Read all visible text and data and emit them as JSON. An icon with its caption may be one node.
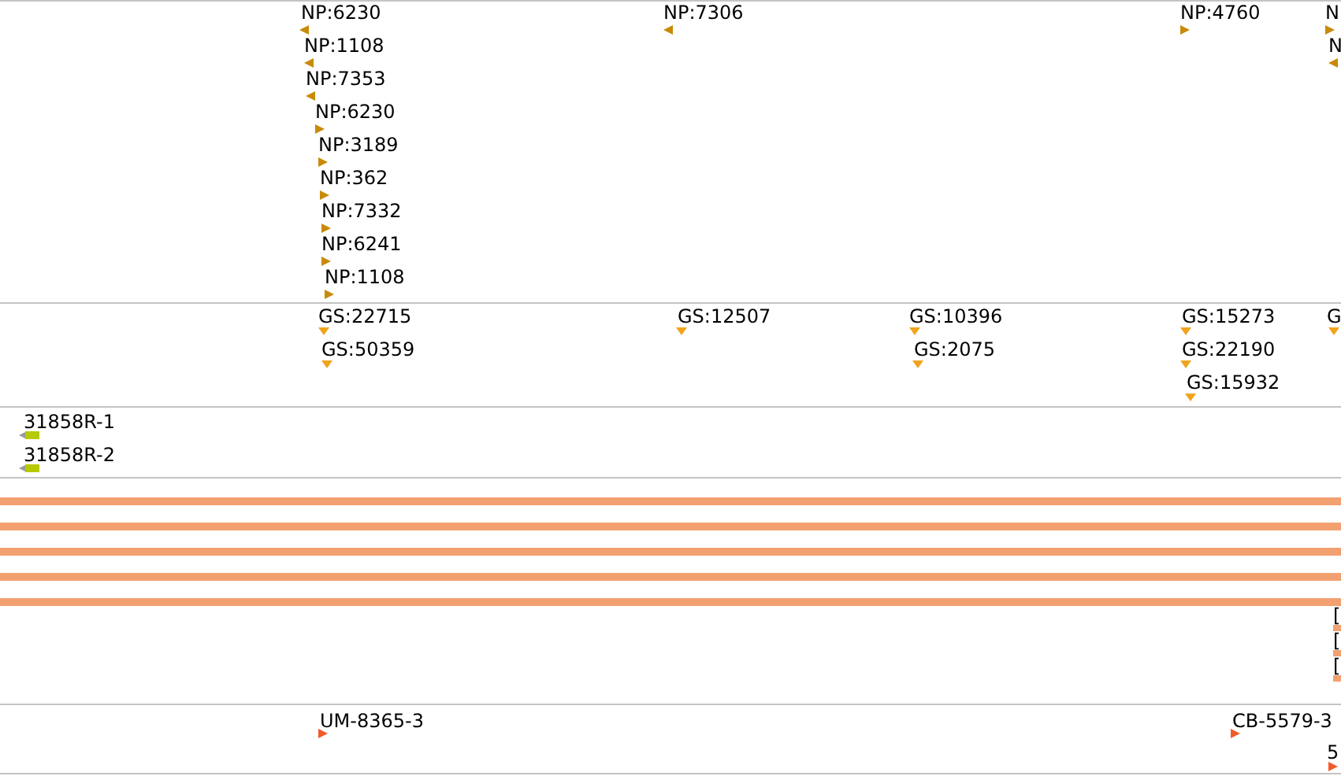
{
  "diagram": {
    "labels": [
      "NP:6230",
      "NP:7306",
      "NP:4760",
      "N",
      "NP:1108",
      "N",
      "NP:7353",
      "NP:6230",
      "NP:3189",
      "NP:362",
      "NP:7332",
      "NP:6241",
      "NP:1108",
      "GS:22715",
      "GS:12507",
      "GS:10396",
      "GS:15273",
      "G",
      "GS:50359",
      "GS:2075",
      "GS:22190",
      "GS:15932",
      "31858R-1",
      "31858R-2",
      "[",
      "[",
      "[",
      "UM-8365-3",
      "CB-5579-3",
      "5"
    ]
  }
}
